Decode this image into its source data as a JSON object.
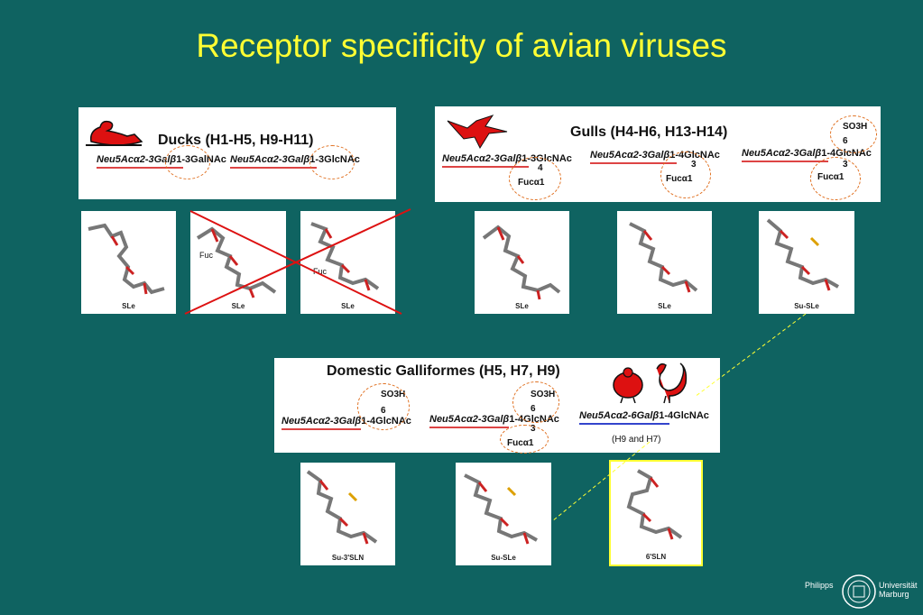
{
  "title": "Receptor specificity of avian viruses",
  "ducks": {
    "title": "Ducks (H1-H5, H9-H11)",
    "chem1_italic": "Neu5Acα2-3Galβ",
    "chem1_rest": "1-3GalNAc",
    "chem2_italic": "Neu5Acα2-3Galβ",
    "chem2_rest": "1-3GlcNAc"
  },
  "gulls": {
    "title": "Gulls (H4-H6, H13-H14)",
    "chem1_italic": "Neu5Acα2-3Galβ",
    "chem1_rest": "1-3GlcNAc",
    "chem1_pos": "4",
    "chem1_fuc": "Fucα1",
    "chem2_italic": "Neu5Acα2-3Galβ",
    "chem2_rest": "1-4GlcNAc",
    "chem2_pos": "3",
    "chem2_fuc": "Fucα1",
    "chem3_italic": "Neu5Acα2-3Galβ",
    "chem3_rest": "1-4GlcNAc",
    "chem3_so3h": "SO3H",
    "chem3_six": "6",
    "chem3_pos": "3",
    "chem3_fuc": "Fucα1"
  },
  "galliformes": {
    "title": "Domestic Galliformes (H5, H7, H9)",
    "chem1_italic": "Neu5Acα2-3Galβ",
    "chem1_rest": "1-4GlcNAc",
    "chem1_so3h": "SO3H",
    "chem1_six": "6",
    "chem2_italic": "Neu5Acα2-3Galβ",
    "chem2_rest": "1-4GlcNAc",
    "chem2_so3h": "SO3H",
    "chem2_six": "6",
    "chem2_pos": "3",
    "chem2_fuc": "Fucα1",
    "chem3_italic": "Neu5Acα2-6Galβ",
    "chem3_rest": "1-4GlcNAc",
    "chem3_note": "(H9 and H7)"
  },
  "molecules": {
    "m1": "SLe",
    "m2": "SLe",
    "m3": "SLe",
    "m4": "SLe",
    "m5": "SLe",
    "m6": "Su-SLe",
    "m7": "Su-3'SLN",
    "m8": "Su-SLe",
    "m9": "6'SLN",
    "fuc_a": "Fuc",
    "fuc_b": "Fuc"
  },
  "logo": {
    "left": "Philipps",
    "right1": "Universität",
    "right2": "Marburg"
  },
  "colors": {
    "background": "#0f6361",
    "title": "#ffff33",
    "cross": "#dd1111",
    "dashed_circle": "#e07020",
    "highlight": "#ffff33"
  }
}
